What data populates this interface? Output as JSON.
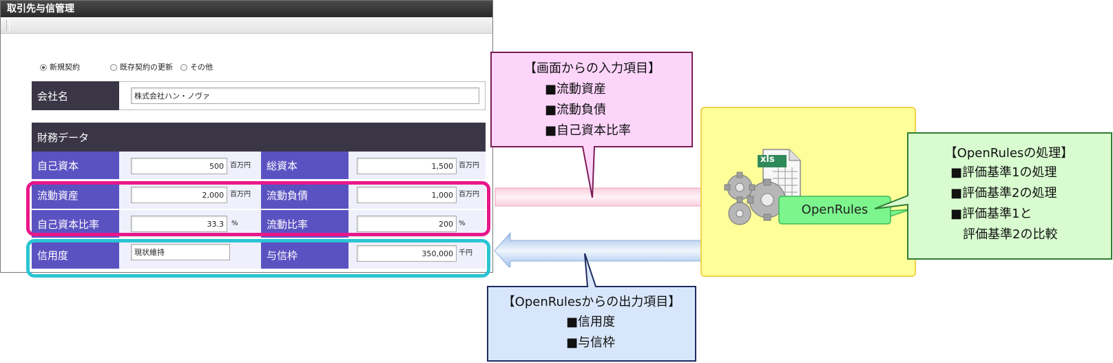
{
  "window": {
    "title": "取引先与信管理"
  },
  "contract_type": {
    "options": [
      "新規契約",
      "既存契約の更新",
      "その他"
    ],
    "selected": "新規契約"
  },
  "company": {
    "label": "会社名",
    "value": "株式会社ハン・ノヴァ"
  },
  "financial": {
    "header": "財務データ",
    "equity": {
      "label": "自己資本",
      "value": "500",
      "unit": "百万円"
    },
    "total_capital": {
      "label": "総資本",
      "value": "1,500",
      "unit": "百万円"
    },
    "current_assets": {
      "label": "流動資産",
      "value": "2,000",
      "unit": "百万円"
    },
    "current_liabilities": {
      "label": "流動負債",
      "value": "1,000",
      "unit": "百万円"
    },
    "equity_ratio": {
      "label": "自己資本比率",
      "value": "33.3",
      "unit": "%"
    },
    "current_ratio": {
      "label": "流動比率",
      "value": "200",
      "unit": "%"
    },
    "credit_rating": {
      "label": "信用度",
      "value": "現状維持"
    },
    "credit_limit": {
      "label": "与信枠",
      "value": "350,000",
      "unit": "千円"
    }
  },
  "input_callout": {
    "title": "【画面からの入力項目】",
    "items": [
      "■流動資産",
      "■流動負債",
      "■自己資本比率"
    ]
  },
  "output_callout": {
    "title": "【OpenRulesからの出力項目】",
    "items": [
      "■信用度",
      "■与信枠"
    ]
  },
  "engine": {
    "label": "OpenRules",
    "file_badge": "xls"
  },
  "process_callout": {
    "title": "【OpenRulesの処理】",
    "items": [
      "■評価基準1の処理",
      "■評価基準2の処理",
      "■評価基準1と",
      "評価基準2の比較"
    ]
  },
  "colors": {
    "label_bg": "#5b52c2",
    "header_bg": "#3a3646",
    "highlight_input": "#e8178a",
    "highlight_output": "#2bc4d4",
    "input_callout_bg": "#fdd5fb",
    "output_callout_bg": "#d7e6fa",
    "engine_panel_bg": "#ffff99",
    "process_callout_bg": "#d8fbcf",
    "openrules_label_bg": "#7cf58c"
  }
}
